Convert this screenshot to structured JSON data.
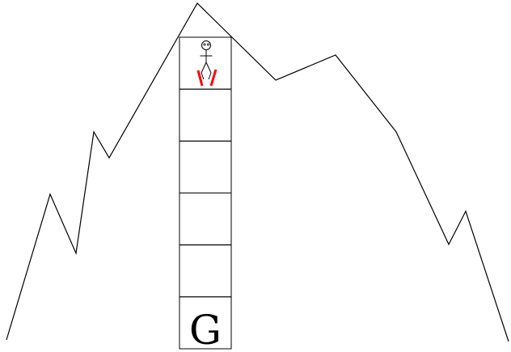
{
  "game": {
    "goal_label": "G",
    "board_rows": 6,
    "agent_row": 0,
    "goal_row": 5
  },
  "colors": {
    "background": "#ffffff",
    "line": "#000000",
    "skis": "#ff0000"
  },
  "icons": {
    "agent": "stick-figure-skier-icon",
    "terrain": "mountain-outline"
  }
}
